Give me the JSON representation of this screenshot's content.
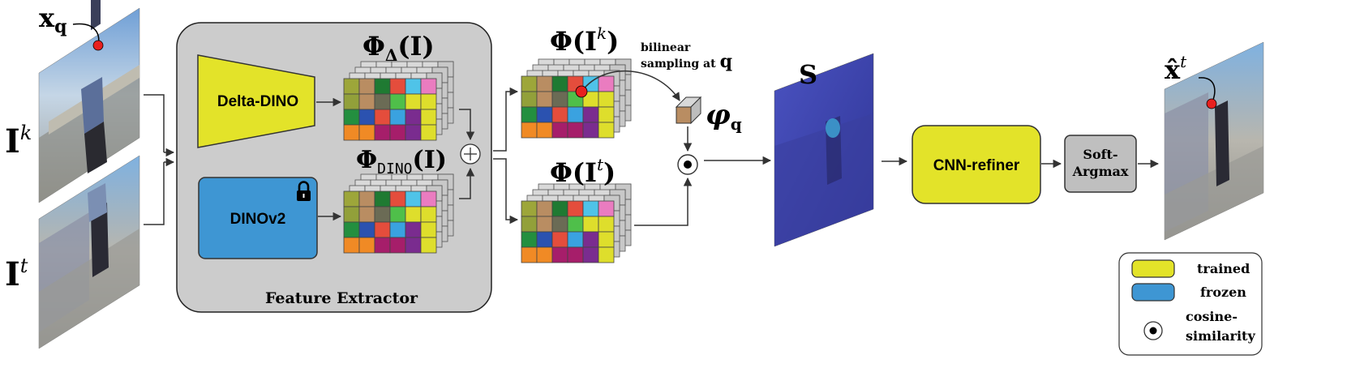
{
  "labels": {
    "xq_main": "x",
    "xq_sub": "q",
    "Ik_main": "I",
    "Ik_sup": "k",
    "It_main": "I",
    "It_sup": "t",
    "phi_delta_main": "Φ",
    "phi_delta_sub": "Δ",
    "phi_delta_arg": "(I)",
    "phi_dino_main": "Φ",
    "phi_dino_sub": "DINO",
    "phi_dino_arg": "(I)",
    "phi_Ik_main": "Φ(I",
    "phi_Ik_sup": "k",
    "phi_Ik_close": ")",
    "phi_It_main": "Φ(I",
    "phi_It_sup": "t",
    "phi_It_close": ")",
    "bilinear_line1": "bilinear",
    "bilinear_line2": "sampling at",
    "bilinear_q": "q",
    "varphi_main": "φ",
    "varphi_sub": "q",
    "S_label": "S",
    "xhat_main": "x̂",
    "xhat_sup": "t",
    "oplus": "⊕"
  },
  "blocks": {
    "feature_extractor": "Feature Extractor",
    "delta_dino": "Delta-DINO",
    "dinov2": "DINOv2",
    "cnn_refiner": "CNN-refiner",
    "soft_argmax_line1": "Soft-",
    "soft_argmax_line2": "Argmax"
  },
  "legend": {
    "trained": "trained",
    "frozen": "frozen",
    "cosine_line1": "cosine-",
    "cosine_line2": "similarity"
  },
  "colors": {
    "trained": "#e3e329",
    "frozen": "#3e96d3",
    "extractor_bg": "#cccccc",
    "query_point": "#e8201f",
    "heatmap_tint": "#3a3fb0"
  },
  "grid_colors": [
    [
      "#9da63a",
      "#b98d62",
      "#1f7a32",
      "#e44d3c",
      "#4fc3e8",
      "#ea7cc0"
    ],
    [
      "#92a03a",
      "#b98d62",
      "#6b6b55",
      "#4fbf4a",
      "#dede2c",
      "#dede2c"
    ],
    [
      "#238f3f",
      "#2b52b0",
      "#e44d3c",
      "#3aa2e0",
      "#7a2c8f",
      "#dede2c"
    ],
    [
      "#f08a25",
      "#f08a25",
      "#a61e6a",
      "#a61e6a",
      "#7a2c8f",
      "#dede2c"
    ]
  ]
}
